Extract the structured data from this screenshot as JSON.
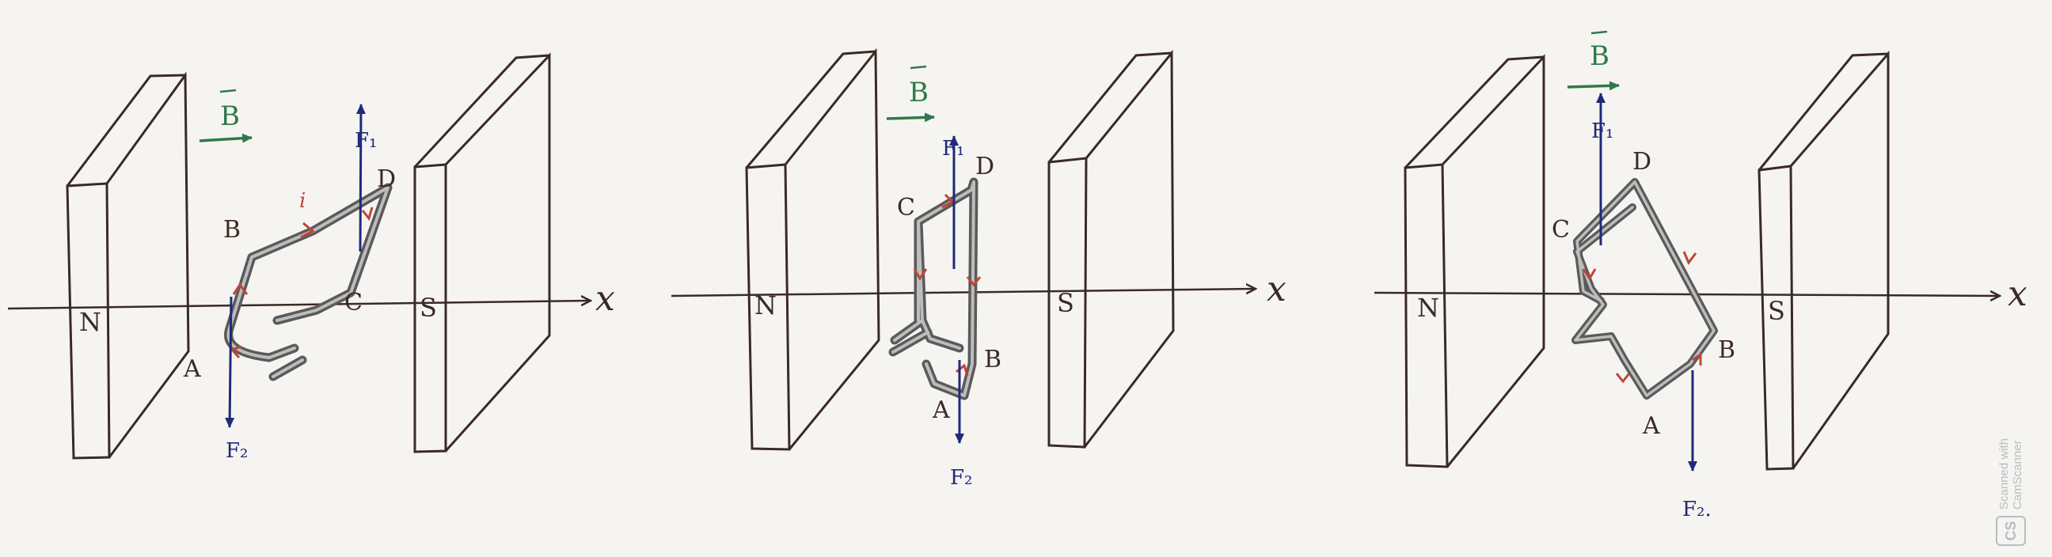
{
  "colors": {
    "paper": "#f6f4f1",
    "ink": "#3a2a26",
    "coil": "#5a5a5a",
    "coil_highlight": "#bdbdbd",
    "b_field": "#2f7a4c",
    "force": "#1f2a7a",
    "current": "#c0443a"
  },
  "figures": [
    {
      "axis_label": "x",
      "north_label": "N",
      "south_label": "S",
      "field_label": "B",
      "force_top_label": "F₁",
      "force_bottom_label": "F₂",
      "current_label": "i",
      "corners": {
        "a": "A",
        "b": "B",
        "c": "C",
        "d": "D"
      }
    },
    {
      "axis_label": "x",
      "north_label": "N",
      "south_label": "S",
      "field_label": "B",
      "force_top_label": "F₁",
      "force_bottom_label": "F₂",
      "corners": {
        "a": "A",
        "b": "B",
        "c": "C",
        "d": "D"
      }
    },
    {
      "axis_label": "x",
      "north_label": "N",
      "south_label": "S",
      "field_label": "B",
      "force_top_label": "F₁",
      "force_bottom_label": "F₂.",
      "corners": {
        "a": "A",
        "b": "B",
        "c": "C",
        "d": "D"
      }
    }
  ],
  "watermark": {
    "logo": "CS",
    "line1": "Scanned with",
    "line2": "CamScanner"
  }
}
